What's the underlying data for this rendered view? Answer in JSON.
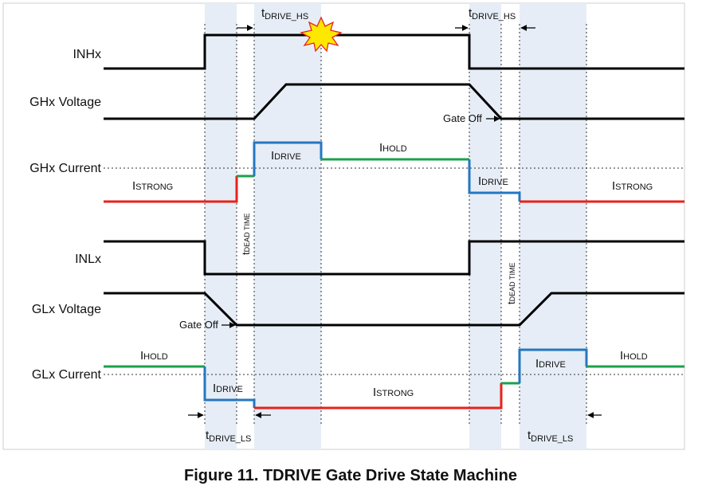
{
  "caption": "Figure 11.  TDRIVE Gate Drive State Machine",
  "signals": {
    "inhx": "INHx",
    "ghx_voltage": "GHx Voltage",
    "ghx_current": "GHx Current",
    "inlx": "INLx",
    "glx_voltage": "GLx Voltage",
    "glx_current": "GLx Current"
  },
  "annotations": {
    "tdrive_hs_left": {
      "main": "t",
      "sub": "DRIVE_HS"
    },
    "tdrive_hs_right": {
      "main": "t",
      "sub": "DRIVE_HS"
    },
    "tdrive_ls_left": {
      "main": "t",
      "sub": "DRIVE_LS"
    },
    "tdrive_ls_right": {
      "main": "t",
      "sub": "DRIVE_LS"
    },
    "tdead_left": {
      "main": "t",
      "sub": "DEAD TIME"
    },
    "tdead_right": {
      "main": "t",
      "sub": "DEAD TIME"
    },
    "gate_off_hs": "Gate Off",
    "gate_off_ls": "Gate Off"
  },
  "current_labels": {
    "i": "I",
    "strong": "STRONG",
    "drive": "DRIVE",
    "hold": "HOLD"
  },
  "colors": {
    "strong": "#e8211b",
    "drive": "#2577c0",
    "hold": "#1aa24b",
    "shade": "#e6edf6",
    "fault": "#e8211b",
    "fault_fill": "#ffe800"
  }
}
